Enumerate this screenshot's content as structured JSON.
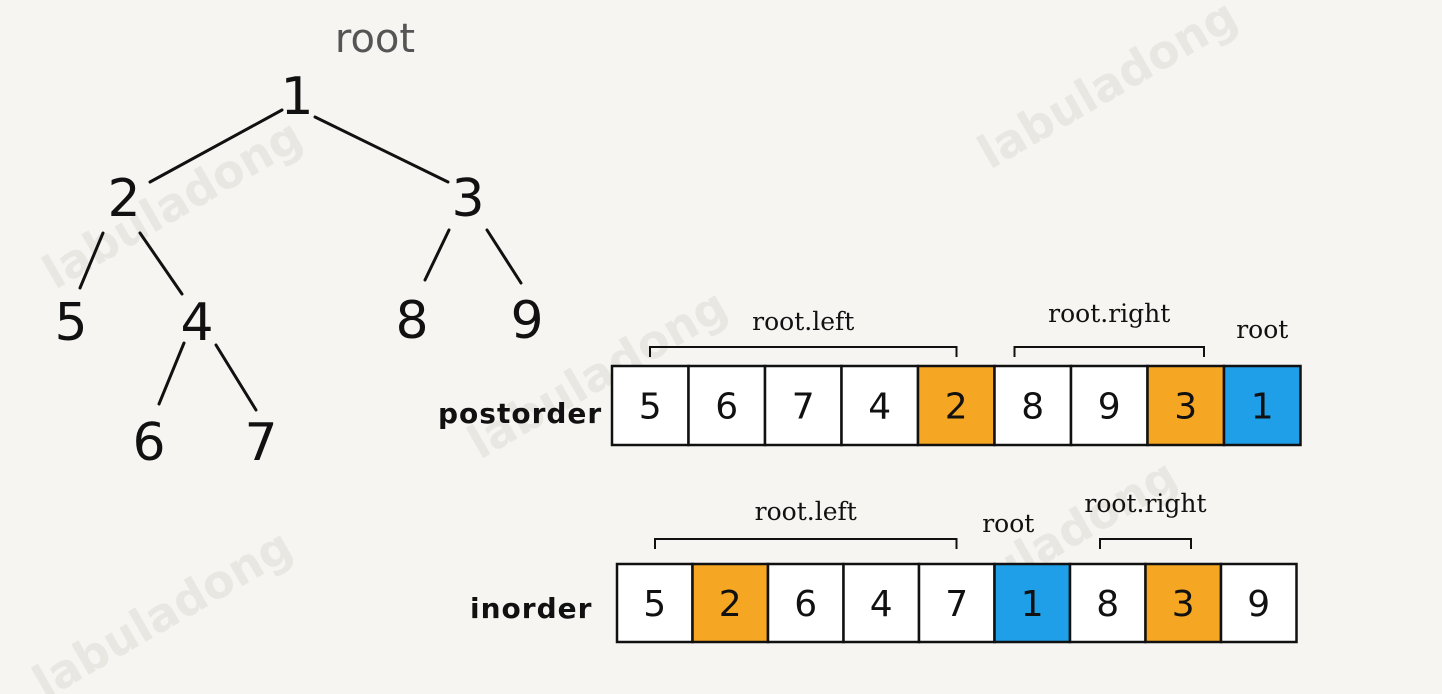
{
  "colors": {
    "background": "#f6f5f2",
    "cell_default": "#ffffff",
    "cell_orange": "#f5a623",
    "cell_blue": "#1e9fe8",
    "watermark": "#e9e7e2"
  },
  "watermark_text": "labuladong",
  "tree": {
    "root_label": "root",
    "nodes": [
      {
        "id": "n1",
        "value": "1"
      },
      {
        "id": "n2",
        "value": "2"
      },
      {
        "id": "n3",
        "value": "3"
      },
      {
        "id": "n5",
        "value": "5"
      },
      {
        "id": "n4",
        "value": "4"
      },
      {
        "id": "n8",
        "value": "8"
      },
      {
        "id": "n9",
        "value": "9"
      },
      {
        "id": "n6",
        "value": "6"
      },
      {
        "id": "n7",
        "value": "7"
      }
    ],
    "edges": [
      [
        "n1",
        "n2"
      ],
      [
        "n1",
        "n3"
      ],
      [
        "n2",
        "n5"
      ],
      [
        "n2",
        "n4"
      ],
      [
        "n3",
        "n8"
      ],
      [
        "n3",
        "n9"
      ],
      [
        "n4",
        "n6"
      ],
      [
        "n4",
        "n7"
      ]
    ]
  },
  "postorder": {
    "label": "postorder",
    "cells": [
      {
        "value": "5",
        "color": "white"
      },
      {
        "value": "6",
        "color": "white"
      },
      {
        "value": "7",
        "color": "white"
      },
      {
        "value": "4",
        "color": "white"
      },
      {
        "value": "2",
        "color": "orange"
      },
      {
        "value": "8",
        "color": "white"
      },
      {
        "value": "9",
        "color": "white"
      },
      {
        "value": "3",
        "color": "orange"
      },
      {
        "value": "1",
        "color": "blue"
      }
    ],
    "groups": [
      {
        "label": "root.left",
        "from": 0,
        "to": 4,
        "bracket": true
      },
      {
        "label": "root.right",
        "from": 5,
        "to": 7,
        "bracket": true
      },
      {
        "label": "root",
        "from": 8,
        "to": 8,
        "bracket": false
      }
    ]
  },
  "inorder": {
    "label": "inorder",
    "cells": [
      {
        "value": "5",
        "color": "white"
      },
      {
        "value": "2",
        "color": "orange"
      },
      {
        "value": "6",
        "color": "white"
      },
      {
        "value": "4",
        "color": "white"
      },
      {
        "value": "7",
        "color": "white"
      },
      {
        "value": "1",
        "color": "blue"
      },
      {
        "value": "8",
        "color": "white"
      },
      {
        "value": "3",
        "color": "orange"
      },
      {
        "value": "9",
        "color": "white"
      }
    ],
    "groups": [
      {
        "label": "root.left",
        "from": 0,
        "to": 4,
        "bracket": true
      },
      {
        "label": "root",
        "from": 5,
        "to": 5,
        "bracket": false
      },
      {
        "label": "root.right",
        "from": 6,
        "to": 7,
        "bracket": true
      }
    ]
  }
}
